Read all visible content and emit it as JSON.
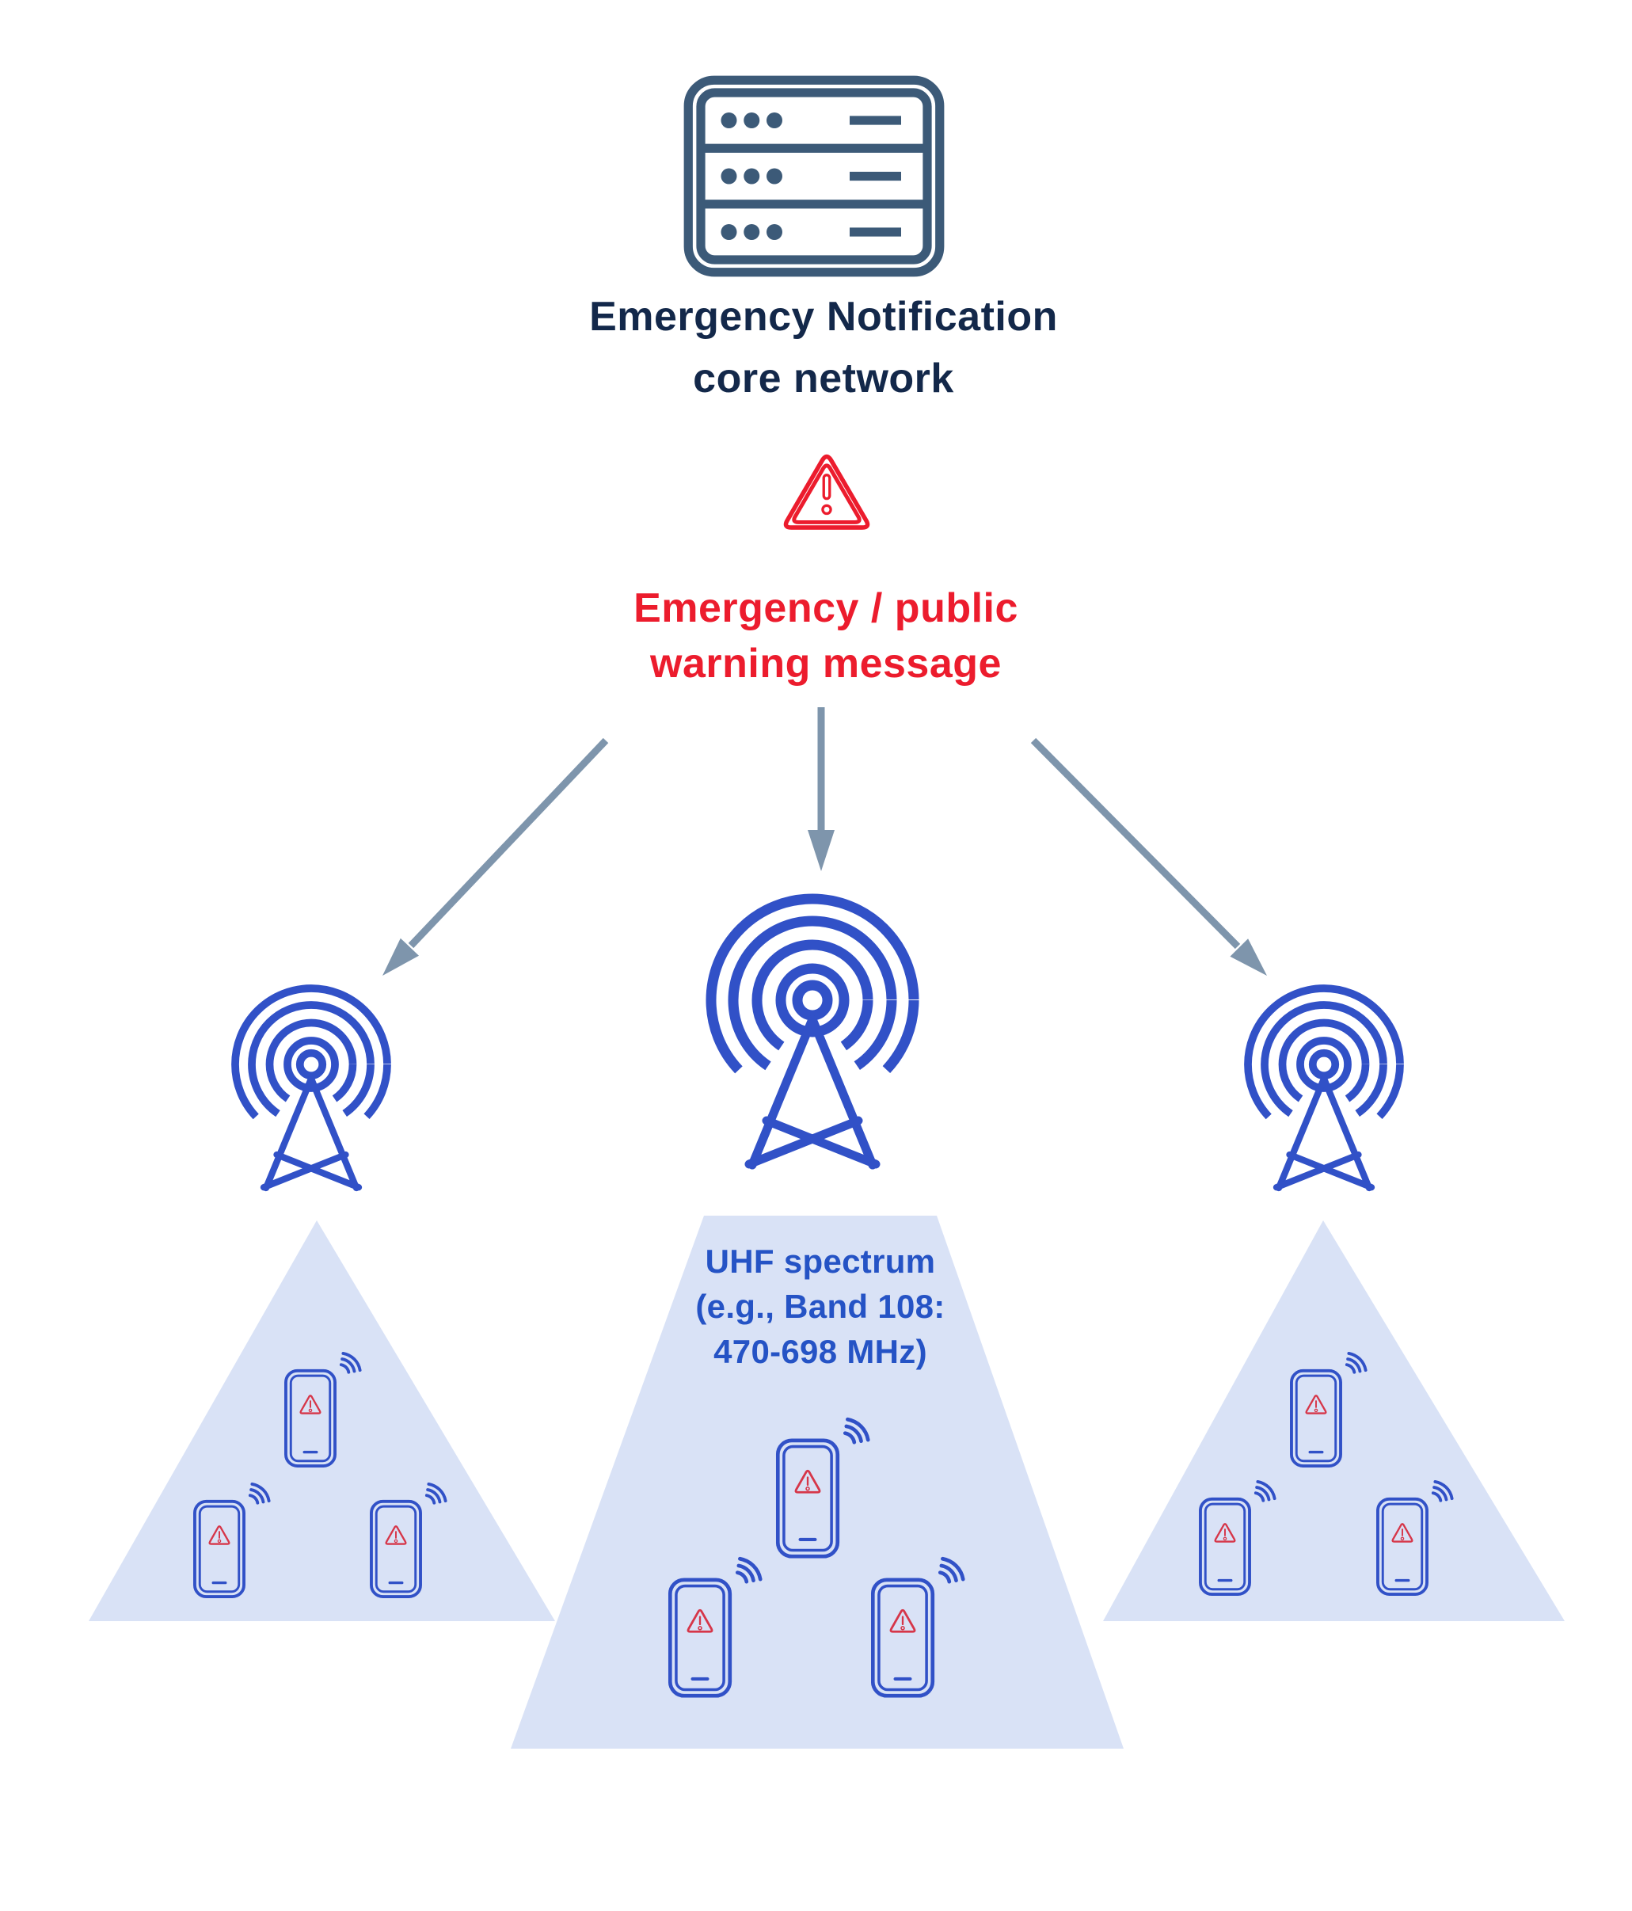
{
  "diagram": {
    "core_network": {
      "icon": "server-rack-icon",
      "label": {
        "line1": "Emergency Notification",
        "line2": "core network"
      }
    },
    "warning": {
      "icon": "warning-triangle-icon",
      "label": {
        "line1": "Emergency / public",
        "line2": "warning message"
      }
    },
    "arrows": {
      "icon": "down-arrow-icon",
      "count": 3
    },
    "towers": {
      "icon": "broadcast-tower-icon",
      "count": 3
    },
    "coverage_areas": {
      "left": {
        "shape": "triangle",
        "phone_count": 3
      },
      "center": {
        "shape": "trapezoid",
        "phone_count": 3,
        "label": {
          "line1": "UHF spectrum",
          "line2": "(e.g., Band 108:",
          "line3": "470-698 MHz)"
        }
      },
      "right": {
        "shape": "triangle",
        "phone_count": 3
      }
    },
    "phones": {
      "icon": "phone-alert-icon",
      "total": 9
    }
  },
  "colors": {
    "background": "#ffffff",
    "navy": "#13284a",
    "red": "#ec1c2d",
    "arrow": "#7e95ac",
    "blue": "#3151c7",
    "uhf-blue": "#2553c5",
    "fill": "#d9e2f6",
    "slate": "#3c5a78",
    "phone-red": "#d63649"
  }
}
